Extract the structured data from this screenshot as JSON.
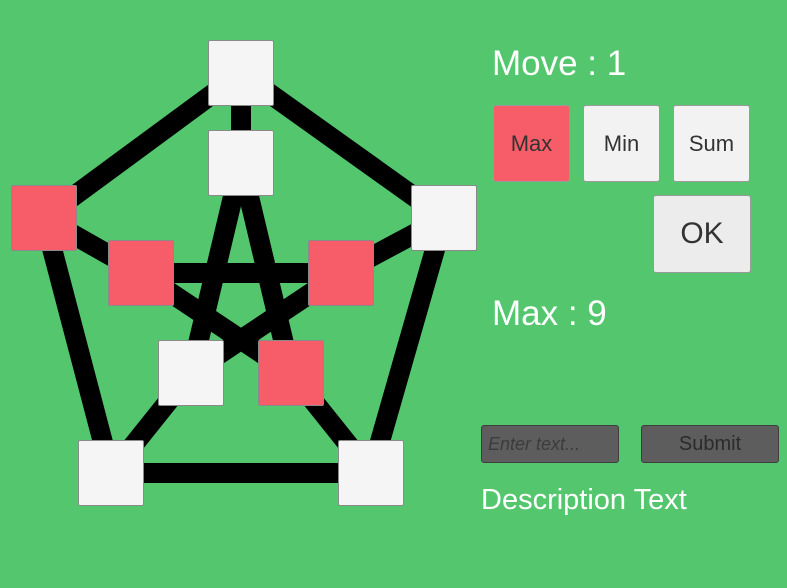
{
  "colors": {
    "background": "#54c76e",
    "selected_node": "#f75d68",
    "empty_node": "#f5f5f5",
    "edge": "#000000",
    "button_default": "#f2f2f2"
  },
  "move_label": "Move : 1",
  "modes": [
    {
      "label": "Max",
      "active": true
    },
    {
      "label": "Min",
      "active": false
    },
    {
      "label": "Sum",
      "active": false
    }
  ],
  "ok_label": "OK",
  "result_label": "Max : 9",
  "input": {
    "placeholder": "Enter text...",
    "value": ""
  },
  "submit_label": "Submit",
  "description": "Description Text",
  "graph": {
    "nodes": [
      {
        "id": "outer-top",
        "selected": false
      },
      {
        "id": "outer-right",
        "selected": false
      },
      {
        "id": "outer-bottom-right",
        "selected": false
      },
      {
        "id": "outer-bottom-left",
        "selected": false
      },
      {
        "id": "outer-left",
        "selected": true
      },
      {
        "id": "inner-top",
        "selected": false
      },
      {
        "id": "inner-right",
        "selected": true
      },
      {
        "id": "inner-bottom-right",
        "selected": true
      },
      {
        "id": "inner-bottom-left",
        "selected": false
      },
      {
        "id": "inner-left",
        "selected": true
      }
    ],
    "edges": [
      [
        "outer-top",
        "outer-right"
      ],
      [
        "outer-right",
        "outer-bottom-right"
      ],
      [
        "outer-bottom-right",
        "outer-bottom-left"
      ],
      [
        "outer-bottom-left",
        "outer-left"
      ],
      [
        "outer-left",
        "outer-top"
      ],
      [
        "outer-top",
        "inner-top"
      ],
      [
        "outer-right",
        "inner-right"
      ],
      [
        "outer-bottom-right",
        "inner-bottom-right"
      ],
      [
        "outer-bottom-left",
        "inner-bottom-left"
      ],
      [
        "outer-left",
        "inner-left"
      ],
      [
        "inner-top",
        "inner-bottom-left"
      ],
      [
        "inner-top",
        "inner-bottom-right"
      ],
      [
        "inner-left",
        "inner-right"
      ],
      [
        "inner-left",
        "inner-bottom-right"
      ],
      [
        "inner-right",
        "inner-bottom-left"
      ]
    ]
  }
}
